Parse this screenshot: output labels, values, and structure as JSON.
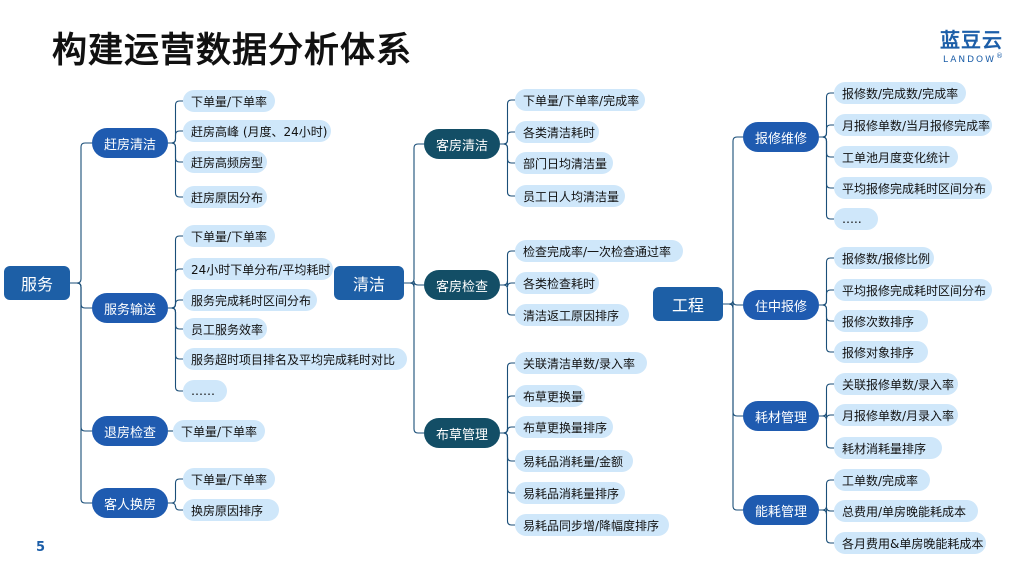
{
  "title": "构建运营数据分析体系",
  "logo": {
    "cn": "蓝豆云",
    "en": "LANDOW",
    "mark": "®"
  },
  "page_number": "5",
  "colors": {
    "root": "#1d5fa6",
    "category_blue": "#1f5bb0",
    "category_teal": "#134e66",
    "leaf": "#cfe7fa",
    "connector": "#1a4e78"
  },
  "roots": [
    {
      "id": "r0",
      "label": "服务",
      "categories": [
        {
          "label": "赶房清洁",
          "items": [
            "下单量/下单率",
            "赶房高峰 (月度、24小时)",
            "赶房高频房型",
            "赶房原因分布"
          ]
        },
        {
          "label": "服务输送",
          "items": [
            "下单量/下单率",
            "24小时下单分布/平均耗时",
            "服务完成耗时区间分布",
            "员工服务效率",
            "服务超时项目排名及平均完成耗时对比",
            "……"
          ]
        },
        {
          "label": "退房检查",
          "items": [
            "下单量/下单率"
          ]
        },
        {
          "label": "客人换房",
          "items": [
            "下单量/下单率",
            "换房原因排序"
          ]
        }
      ]
    },
    {
      "id": "r1",
      "label": "清洁",
      "categories": [
        {
          "label": "客房清洁",
          "items": [
            "下单量/下单率/完成率",
            "各类清洁耗时",
            "部门日均清洁量",
            "员工日人均清洁量"
          ]
        },
        {
          "label": "客房检查",
          "items": [
            "检查完成率/一次检查通过率",
            "各类检查耗时",
            "清洁返工原因排序"
          ]
        },
        {
          "label": "布草管理",
          "items": [
            "关联清洁单数/录入率",
            "布草更换量",
            "布草更换量排序",
            "易耗品消耗量/金额",
            "易耗品消耗量排序",
            "易耗品同步增/降幅度排序"
          ]
        }
      ]
    },
    {
      "id": "r2",
      "label": "工程",
      "categories": [
        {
          "label": "报修维修",
          "items": [
            "报修数/完成数/完成率",
            "月报修单数/当月报修完成率",
            "工单池月度变化统计",
            "平均报修完成耗时区间分布",
            "….."
          ]
        },
        {
          "label": "住中报修",
          "items": [
            "报修数/报修比例",
            "平均报修完成耗时区间分布",
            "报修次数排序",
            "报修对象排序"
          ]
        },
        {
          "label": "耗材管理",
          "items": [
            "关联报修单数/录入率",
            "月报修单数/月录入率",
            "耗材消耗量排序"
          ]
        },
        {
          "label": "能耗管理",
          "items": [
            "工单数/完成率",
            "总费用/单房晚能耗成本",
            "各月费用&单房晚能耗成本"
          ]
        }
      ]
    }
  ]
}
